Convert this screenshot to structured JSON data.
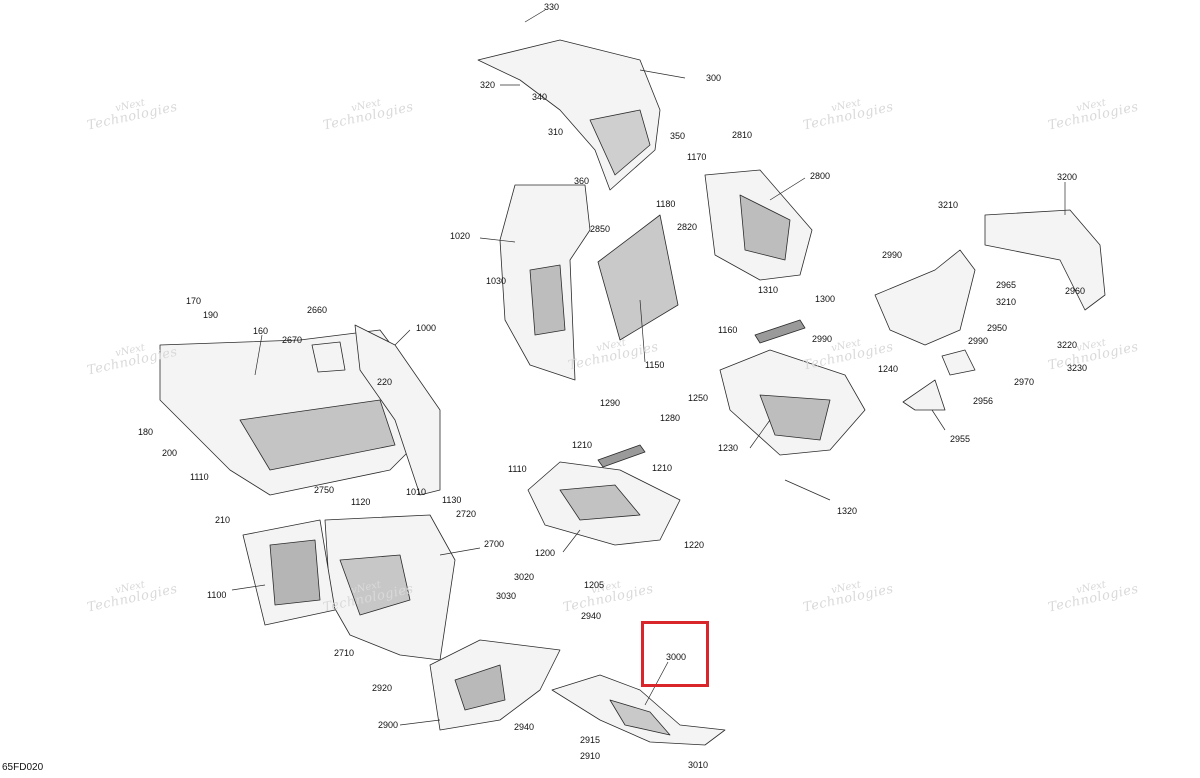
{
  "drawing_code": "65FD020",
  "highlight": {
    "label": "3000",
    "color": "#d9262b"
  },
  "watermark": {
    "line1": "vNext",
    "line2": "Technologies"
  },
  "callouts": [
    "330",
    "300",
    "320",
    "340",
    "310",
    "350",
    "360",
    "1170",
    "1180",
    "2810",
    "2800",
    "2820",
    "2850",
    "1020",
    "1030",
    "1150",
    "170",
    "190",
    "160",
    "2660",
    "2670",
    "1000",
    "220",
    "180",
    "200",
    "1110",
    "2750",
    "1010",
    "210",
    "1120",
    "1130",
    "2720",
    "2700",
    "1100",
    "2710",
    "3020",
    "3030",
    "2940",
    "1290",
    "1280",
    "1210",
    "1110",
    "1210",
    "1200",
    "1220",
    "1205",
    "1310",
    "1300",
    "1160",
    "2990",
    "1240",
    "1250",
    "1230",
    "1320",
    "3200",
    "3210",
    "2990",
    "2965",
    "2960",
    "3210",
    "2950",
    "2990",
    "3220",
    "3230",
    "2970",
    "2956",
    "2955",
    "2920",
    "2900",
    "2940",
    "2915",
    "2910",
    "3010"
  ],
  "colors": {
    "line": "#2b2b2b",
    "shade": "#b9b9b9",
    "watermark": "#d9d9d9"
  }
}
